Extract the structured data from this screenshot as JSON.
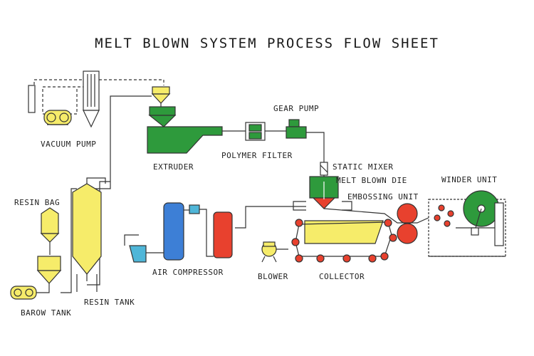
{
  "title": "MELT BLOWN SYSTEM PROCESS FLOW SHEET",
  "labels": {
    "vacuum_pump": "VACUUM PUMP",
    "extruder": "EXTRUDER",
    "polymer_filter": "POLYMER FILTER",
    "gear_pump": "GEAR PUMP",
    "static_mixer": "STATIC MIXER",
    "melt_blown_die": "MELT BLOWN DIE",
    "embossing_unit": "EMBOSSING UNIT",
    "winder_unit": "WINDER UNIT",
    "resin_bag": "RESIN BAG",
    "air_compressor": "AIR COMPRESSOR",
    "blower": "BLOWER",
    "collector": "COLLECTOR",
    "barow_tank": "BAROW TANK",
    "resin_tank": "RESIN TANK"
  },
  "colors": {
    "green": "#2e9a3c",
    "yellow": "#f6ec6a",
    "blue": "#3d7fd6",
    "red": "#e8412e",
    "cyan": "#4fb6d8",
    "line": "#333333"
  }
}
